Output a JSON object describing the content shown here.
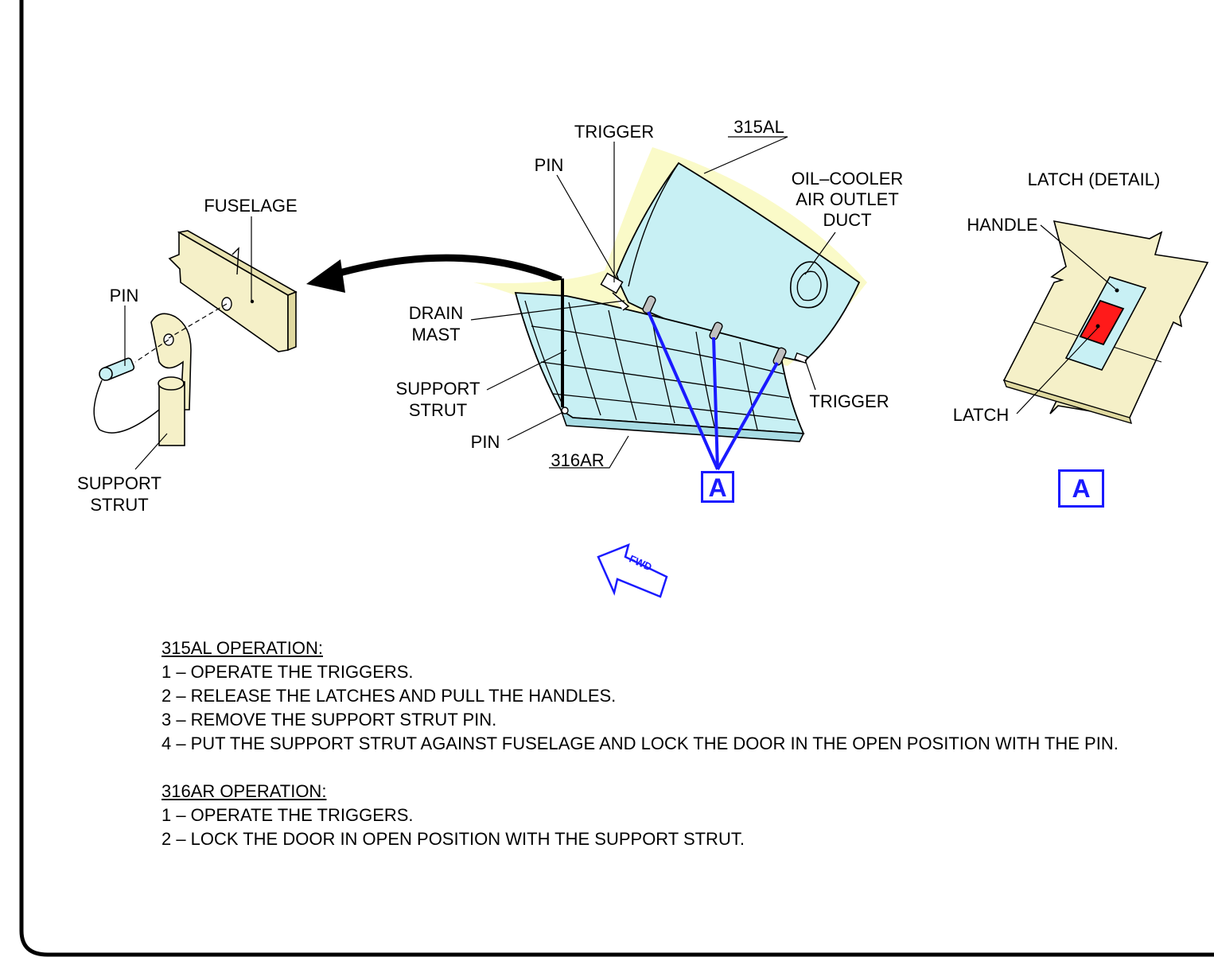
{
  "labels": {
    "fuselage": "FUSELAGE",
    "pin_left": "PIN",
    "support_strut_left": "SUPPORT\nSTRUT",
    "trigger_top": "TRIGGER",
    "door_315al": "315AL",
    "pin_top": "PIN",
    "oil_cooler": "OIL–COOLER\nAIR OUTLET\nDUCT",
    "drain_mast": "DRAIN\nMAST",
    "support_strut_mid": "SUPPORT\nSTRUT",
    "pin_mid": "PIN",
    "door_316ar": "316AR",
    "trigger_right": "TRIGGER",
    "latch_detail_title": "LATCH (DETAIL)",
    "handle": "HANDLE",
    "latch": "LATCH",
    "callout_main": "A",
    "callout_detail": "A",
    "fwd": "FWD"
  },
  "instructions": {
    "section_315al": {
      "title": "315AL OPERATION:",
      "steps": [
        {
          "num": "1 –",
          "text": "OPERATE THE TRIGGERS."
        },
        {
          "num": "2 –",
          "text": "RELEASE THE LATCHES AND PULL THE HANDLES."
        },
        {
          "num": "3 –",
          "text": "REMOVE THE SUPPORT STRUT PIN."
        },
        {
          "num": "4 –",
          "text": "PUT THE SUPPORT STRUT AGAINST FUSELAGE AND LOCK THE DOOR IN THE OPEN POSITION WITH THE PIN."
        }
      ]
    },
    "section_316ar": {
      "title": "316AR OPERATION:",
      "steps": [
        {
          "num": "1 –",
          "text": "OPERATE THE TRIGGERS."
        },
        {
          "num": "2 –",
          "text": "LOCK THE DOOR IN OPEN POSITION WITH THE SUPPORT STRUT."
        }
      ]
    }
  },
  "colors": {
    "door_fill": "#c8f0f4",
    "yellow_fill": "#fafac8",
    "latch_panel_fill": "#f5f0c8",
    "latch_red": "#ff1a1a",
    "callout_blue": "#1a1aff"
  }
}
